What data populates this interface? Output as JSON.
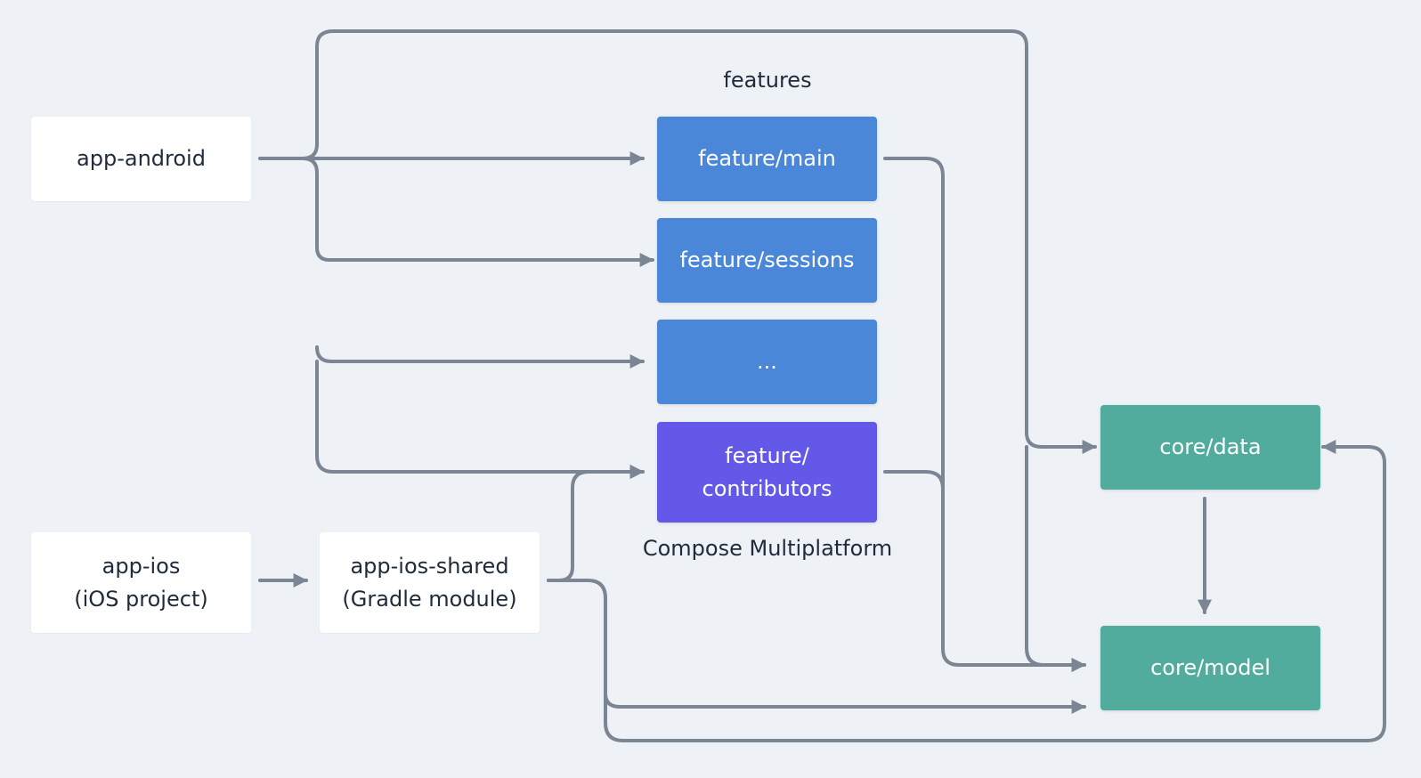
{
  "labels": {
    "features_group": "features",
    "cmp_group": "Compose Multiplatform"
  },
  "nodes": {
    "app_android": {
      "lines": [
        "app-android"
      ]
    },
    "app_ios": {
      "lines": [
        "app-ios",
        "(iOS project)"
      ]
    },
    "app_ios_shared": {
      "lines": [
        "app-ios-shared",
        "(Gradle module)"
      ]
    },
    "feature_main": {
      "lines": [
        "feature/main"
      ]
    },
    "feature_sessions": {
      "lines": [
        "feature/sessions"
      ]
    },
    "feature_more": {
      "lines": [
        "..."
      ]
    },
    "feature_contributors": {
      "lines": [
        "feature/",
        "contributors"
      ]
    },
    "core_data": {
      "lines": [
        "core/data"
      ]
    },
    "core_model": {
      "lines": [
        "core/model"
      ]
    }
  },
  "edges": [
    {
      "from": "app-android",
      "to": "feature/main"
    },
    {
      "from": "app-android",
      "to": "feature/sessions"
    },
    {
      "from": "app-android",
      "to": "..."
    },
    {
      "from": "app-android",
      "to": "feature/contributors"
    },
    {
      "from": "app-android",
      "to": "core/data"
    },
    {
      "from": "app-ios",
      "to": "app-ios-shared"
    },
    {
      "from": "app-ios-shared",
      "to": "feature/contributors"
    },
    {
      "from": "app-ios-shared",
      "to": "core/model"
    },
    {
      "from": "app-ios-shared",
      "to": "core/data"
    },
    {
      "from": "feature/main",
      "to": "core/model"
    },
    {
      "from": "feature/contributors",
      "to": "core/model"
    },
    {
      "from": "core/data",
      "to": "core/model"
    }
  ],
  "colors": {
    "background": "#eef2f6",
    "app_box": "#ffffff",
    "feature_box": "#4a87d8",
    "compose_box": "#6358e8",
    "core_box": "#52ac9e",
    "connector": "#7b8593",
    "text_dark": "#1f2a3a"
  }
}
